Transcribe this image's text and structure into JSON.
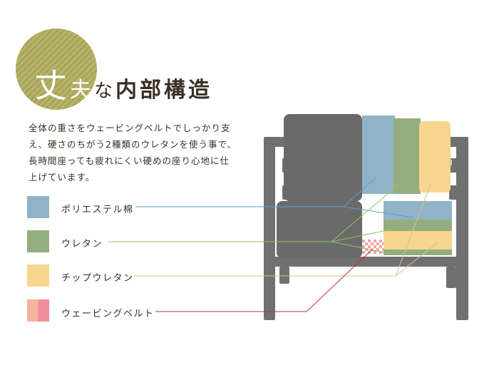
{
  "title": {
    "char1": "丈",
    "char2": "夫",
    "char3": "な",
    "char4": "内部構造"
  },
  "description": "全体の重さをウェービングベルトでしっかり支え、硬さのちがう2種類のウレタンを使う事で、長時間座っても疲れにくい硬めの座り心地に仕上げています。",
  "legend": [
    {
      "label": "ポリエステル棉",
      "color": "#8fb3c7"
    },
    {
      "label": "ウレタン",
      "color": "#94ae80"
    },
    {
      "label": "チップウレタン",
      "color": "#f6d68e"
    },
    {
      "label": "ウェービングベルト",
      "color": "#ef9aa0"
    }
  ],
  "colors": {
    "frame": "#707070",
    "cushion": "#6a6a6a",
    "accent_circle": "#afab60",
    "line_polyester": "#5ea0c8",
    "line_urethane": "#8cc85a",
    "line_chip": "#d9c37a",
    "line_belt": "#c0303a"
  }
}
